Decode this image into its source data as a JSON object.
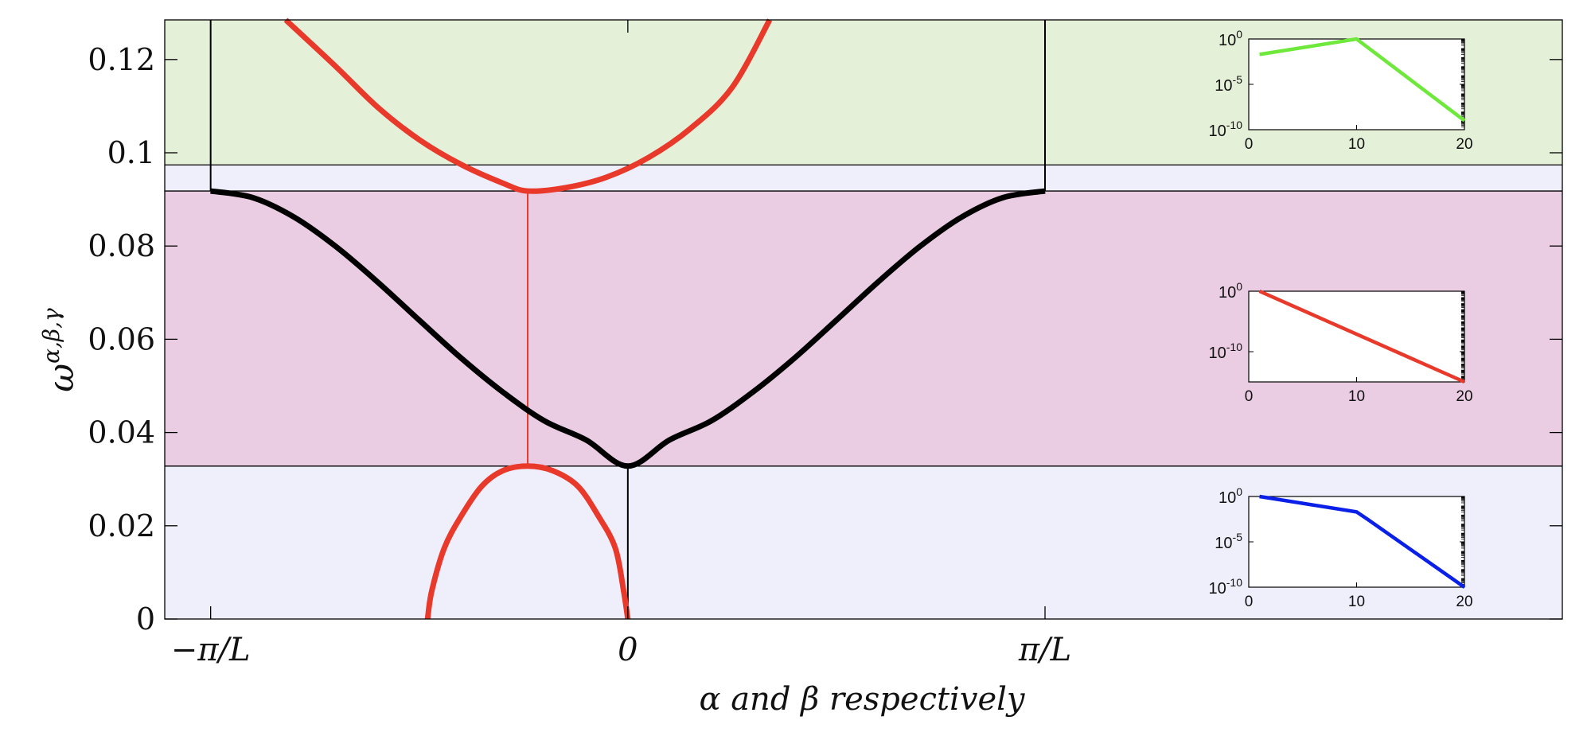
{
  "chart_data": {
    "type": "line",
    "main": {
      "xlabel": "α and β respectively",
      "ylabel": "ω",
      "ylabel_sup": "α,β,γ",
      "xlim": [
        -1.11,
        2.24
      ],
      "ylim": [
        0,
        0.1285
      ],
      "xticks": [
        {
          "value": -1,
          "label": "−π/L"
        },
        {
          "value": 0,
          "label": "0"
        },
        {
          "value": 1,
          "label": "π/L"
        }
      ],
      "yticks": [
        0,
        0.02,
        0.04,
        0.06,
        0.08,
        0.1,
        0.12
      ],
      "ytick_labels": [
        "0",
        "0.02",
        "0.04",
        "0.06",
        "0.08",
        "0.1",
        "0.12"
      ],
      "bands": [
        {
          "from": 0,
          "to": 0.0328,
          "color": "#efeffc"
        },
        {
          "from": 0.0328,
          "to": 0.0918,
          "color": "#ebcde3"
        },
        {
          "from": 0.0918,
          "to": 0.0974,
          "color": "#efeffc"
        },
        {
          "from": 0.0974,
          "to": 0.1285,
          "color": "#e5f0d9"
        }
      ],
      "band_lines": [
        0.0328,
        0.0918,
        0.0974
      ],
      "series": [
        {
          "curve": "black dispersion",
          "color": "#000000",
          "x": [
            -1,
            -0.9,
            -0.8,
            -0.7,
            -0.6,
            -0.5,
            -0.4,
            -0.3,
            -0.2,
            -0.1,
            0,
            0.1,
            0.2,
            0.3,
            0.4,
            0.5,
            0.6,
            0.7,
            0.8,
            0.9,
            1
          ],
          "y": [
            0.0918,
            0.0904,
            0.0862,
            0.0799,
            0.0723,
            0.0641,
            0.056,
            0.0487,
            0.0425,
            0.0384,
            0.0328,
            0.0384,
            0.0425,
            0.0487,
            0.056,
            0.0641,
            0.0723,
            0.0799,
            0.0862,
            0.0904,
            0.0918
          ]
        },
        {
          "curve": "red upper parabola",
          "color": "#e8392a",
          "x": [
            -0.82,
            -0.7,
            -0.6,
            -0.5,
            -0.4,
            -0.3,
            -0.24,
            -0.15,
            -0.05,
            0.05,
            0.15,
            0.25,
            0.34
          ],
          "y": [
            0.1285,
            0.1185,
            0.1098,
            0.1028,
            0.0975,
            0.0935,
            0.0918,
            0.0925,
            0.0948,
            0.099,
            0.1052,
            0.114,
            0.1285
          ]
        },
        {
          "curve": "red lower dome",
          "color": "#e8392a",
          "x": [
            -0.48,
            -0.47,
            -0.44,
            -0.4,
            -0.35,
            -0.3,
            -0.24,
            -0.18,
            -0.12,
            -0.07,
            -0.03,
            -0.01,
            0
          ],
          "y": [
            0,
            0.006,
            0.0152,
            0.022,
            0.0285,
            0.0318,
            0.0328,
            0.0318,
            0.0285,
            0.022,
            0.0152,
            0.006,
            0
          ]
        }
      ],
      "connectors": [
        {
          "color": "#e8392a",
          "x": -0.24,
          "y_from": 0.0328,
          "y_to": 0.0918
        },
        {
          "color": "#000000",
          "x": 0,
          "y_from": 0,
          "y_to": 0.0328
        },
        {
          "color": "#000000",
          "x": -1,
          "y_from": 0.0918,
          "y_to": 0.1285
        },
        {
          "color": "#000000",
          "x": 1,
          "y_from": 0.0918,
          "y_to": 0.1285
        }
      ]
    },
    "insets": [
      {
        "type": "line",
        "yscale": "log",
        "color": "#6ee83a",
        "xlim": [
          0,
          20
        ],
        "ylim_exp": [
          -10,
          0
        ],
        "xticks": [
          "0",
          "10",
          "20"
        ],
        "yticks": [
          {
            "base": "10",
            "exp": "0",
            "value_exp": 0
          },
          {
            "base": "10",
            "exp": "-5",
            "value_exp": -5
          },
          {
            "base": "10",
            "exp": "-10",
            "value_exp": -10
          }
        ],
        "x": [
          1,
          10,
          20
        ],
        "y_exp": [
          -1.7,
          0,
          -9
        ]
      },
      {
        "type": "line",
        "yscale": "log",
        "color": "#e8392a",
        "xlim": [
          0,
          20
        ],
        "ylim_exp": [
          -15,
          0
        ],
        "xticks": [
          "0",
          "10",
          "20"
        ],
        "yticks": [
          {
            "base": "10",
            "exp": "0",
            "value_exp": 0
          },
          {
            "base": "10",
            "exp": "-10",
            "value_exp": -10
          }
        ],
        "x": [
          1,
          20
        ],
        "y_exp": [
          0,
          -15
        ]
      },
      {
        "type": "line",
        "yscale": "log",
        "color": "#0a1fe8",
        "xlim": [
          0,
          20
        ],
        "ylim_exp": [
          -10,
          0
        ],
        "xticks": [
          "0",
          "10",
          "20"
        ],
        "yticks": [
          {
            "base": "10",
            "exp": "0",
            "value_exp": 0
          },
          {
            "base": "10",
            "exp": "-5",
            "value_exp": -5
          },
          {
            "base": "10",
            "exp": "-10",
            "value_exp": -10
          }
        ],
        "x": [
          1,
          10,
          11,
          20
        ],
        "y_exp": [
          0,
          -1.7,
          -2.5,
          -10
        ]
      }
    ]
  }
}
